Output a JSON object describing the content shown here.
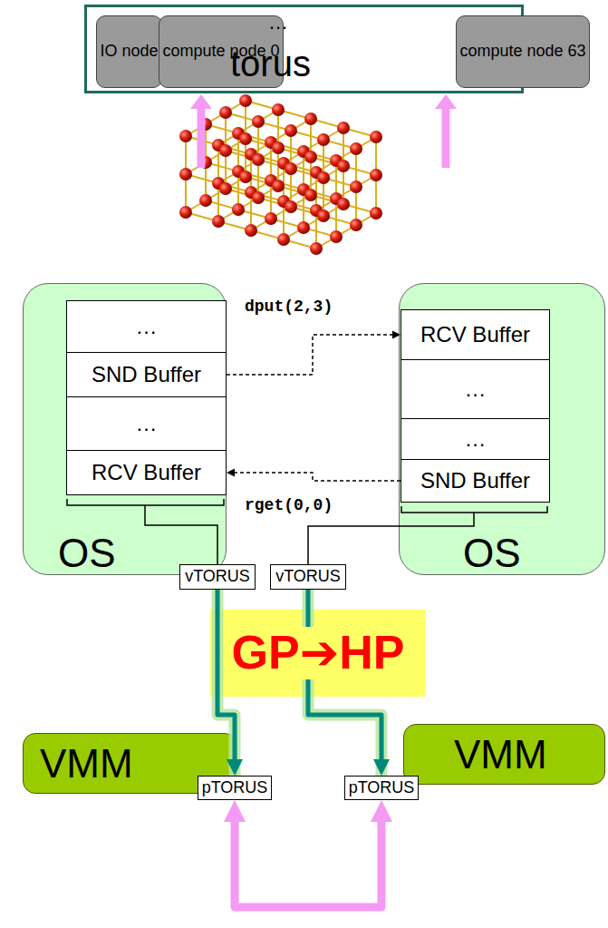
{
  "diagram": {
    "nodes": [
      {
        "text": [
          "…",
          "torus"
        ]
      },
      {
        "text": [
          "IO node"
        ],
        "in": 0
      },
      {
        "text": [
          "compute node 0"
        ],
        "in": 0
      },
      {
        "text": [
          "compute node 63"
        ],
        "in": 0
      },
      {
        "text": [
          "OS"
        ]
      },
      {
        "text": [
          "…"
        ],
        "in": 4
      },
      {
        "text": [
          "SND Buffer"
        ],
        "in": 4
      },
      {
        "text": [
          "…"
        ],
        "in": 4
      },
      {
        "text": [
          "RCV Buffer"
        ],
        "in": 4
      },
      {
        "text": [
          "OS"
        ]
      },
      {
        "text": [
          "RCV Buffer"
        ],
        "in": 9
      },
      {
        "text": [
          "…"
        ],
        "in": 9
      },
      {
        "text": [
          "…"
        ],
        "in": 9
      },
      {
        "text": [
          "SND Buffer"
        ],
        "in": 9
      },
      {
        "text": [
          "vTORUS"
        ]
      },
      {
        "text": [
          "vTORUS"
        ]
      },
      {
        "text": [
          "GP➔HP"
        ]
      },
      {
        "text": [
          "VMM"
        ]
      },
      {
        "text": [
          "VMM"
        ]
      },
      {
        "text": [
          "pTORUS"
        ]
      },
      {
        "text": [
          "pTORUS"
        ]
      }
    ],
    "edges": [
      {
        "from": 6,
        "to": 10,
        "label": "dput(2,3)",
        "arrow": "to"
      },
      {
        "from": 13,
        "to": 8,
        "label": "rget(0,0)",
        "arrow": "to"
      },
      {
        "from": 14,
        "to": 19,
        "arrow": "to"
      },
      {
        "from": 15,
        "to": 20,
        "arrow": "to"
      },
      {
        "from": 19,
        "to": 20,
        "arrow": "both"
      }
    ]
  }
}
